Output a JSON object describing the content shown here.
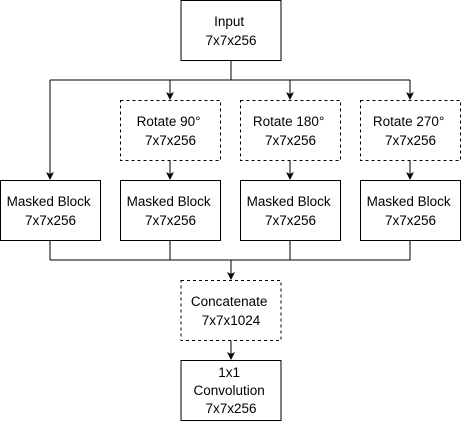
{
  "nodes": {
    "input": {
      "lines": [
        "Input",
        "7x7x256"
      ],
      "dashed": false
    },
    "rotate_90": {
      "lines": [
        "Rotate 90°",
        "7x7x256"
      ],
      "dashed": true
    },
    "rotate_180": {
      "lines": [
        "Rotate 180°",
        "7x7x256"
      ],
      "dashed": true
    },
    "rotate_270": {
      "lines": [
        "Rotate 270°",
        "7x7x256"
      ],
      "dashed": true
    },
    "masked_block_1": {
      "lines": [
        "Masked Block",
        "7x7x256"
      ],
      "dashed": false
    },
    "masked_block_2": {
      "lines": [
        "Masked Block",
        "7x7x256"
      ],
      "dashed": false
    },
    "masked_block_3": {
      "lines": [
        "Masked Block",
        "7x7x256"
      ],
      "dashed": false
    },
    "masked_block_4": {
      "lines": [
        "Masked Block",
        "7x7x256"
      ],
      "dashed": false
    },
    "concatenate": {
      "lines": [
        "Concatenate",
        "7x7x1024"
      ],
      "dashed": true
    },
    "conv": {
      "lines": [
        "1x1",
        "Convolution",
        "7x7x256"
      ],
      "dashed": false
    }
  },
  "colors": {
    "stroke": "#000000",
    "fill": "#ffffff",
    "text": "#000000"
  }
}
